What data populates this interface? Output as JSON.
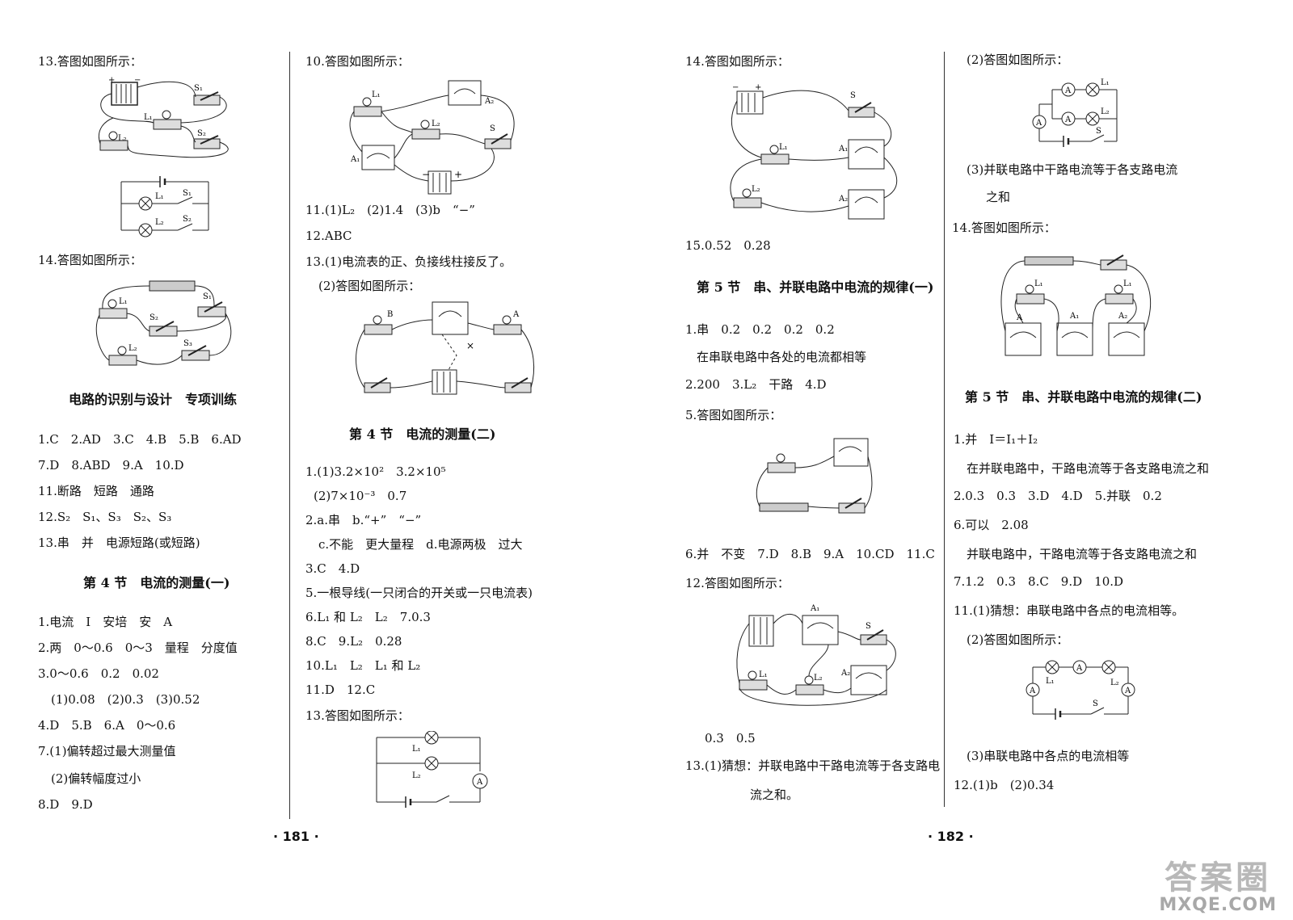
{
  "page_left": {
    "col1": [
      "13.答图如图所示：",
      "14.答图如图所示：",
      "电路的识别与设计　专项训练",
      "1.C　2.AD　3.C　4.B　5.B　6.AD",
      "7.D　8.ABD　9.A　10.D",
      "11.断路　短路　通路",
      "12.S₂　S₁、S₃　S₂、S₃",
      "13.串　并　电源短路(或短路)",
      "第 4 节　电流的测量(一)",
      "1.电流　I　安培　安　A",
      "2.两　0～0.6　0～3　量程　分度值",
      "3.0～0.6　0.2　0.02",
      "(1)0.08　(2)0.3　(3)0.52",
      "4.D　5.B　6.A　0～0.6",
      "7.(1)偏转超过最大测量值",
      "(2)偏转幅度过小",
      "8.D　9.D"
    ],
    "col2": [
      "10.答图如图所示：",
      "11.(1)L₂　(2)1.4　(3)b　“−”",
      "12.ABC",
      "13.(1)电流表的正、负接线柱接反了。",
      "(2)答图如图所示：",
      "第 4 节　电流的测量(二)",
      "1.(1)3.2×10²　3.2×10⁵",
      "(2)7×10⁻³　0.7",
      "2.a.串　b.“+”　“−”",
      "c.不能　更大量程　d.电源两极　过大",
      "3.C　4.D",
      "5.一根导线(一只闭合的开关或一只电流表)",
      "6.L₁ 和 L₂　L₂　7.0.3",
      "8.C　9.L₂　0.28",
      "10.L₁　L₂　L₁ 和 L₂",
      "11.D　12.C",
      "13.答图如图所示："
    ],
    "page_number": "· 181 ·"
  },
  "page_right": {
    "col3": [
      "14.答图如图所示：",
      "15.0.52　0.28",
      "第 5 节　串、并联电路中电流的规律(一)",
      "1.串　0.2　0.2　0.2　0.2",
      "在串联电路中各处的电流都相等",
      "2.200　3.L₂　干路　4.D",
      "5.答图如图所示：",
      "6.并　不变　7.D　8.B　9.A　10.CD　11.C",
      "12.答图如图所示：",
      "0.3　0.5",
      "13.(1)猜想：并联电路中干路电流等于各支路电",
      "流之和。"
    ],
    "col4": [
      "(2)答图如图所示：",
      "(3)并联电路中干路电流等于各支路电流",
      "之和",
      "14.答图如图所示：",
      "第 5 节　串、并联电路中电流的规律(二)",
      "1.并　I＝I₁＋I₂",
      "在并联电路中，干路电流等于各支路电流之和",
      "2.0.3　0.3　3.D　4.D　5.并联　0.2",
      "6.可以　2.08",
      "并联电路中，干路电流等于各支路电流之和",
      "7.1.2　0.3　8.C　9.D　10.D",
      "11.(1)猜想：串联电路中各点的电流相等。",
      "(2)答图如图所示：",
      "(3)串联电路中各点的电流相等",
      "12.(1)b　(2)0.34"
    ],
    "page_number": "· 182 ·"
  },
  "figure_labels": {
    "L1": "L₁",
    "L2": "L₂",
    "S1": "S₁",
    "S2": "S₂",
    "S3": "S₃",
    "S": "S",
    "A": "A",
    "A1": "A₁",
    "A2": "A₂",
    "B": "B",
    "plus": "+",
    "minus": "−",
    "cross": "×"
  },
  "watermark": {
    "big": "答案圈",
    "small": "MXQE.COM"
  }
}
